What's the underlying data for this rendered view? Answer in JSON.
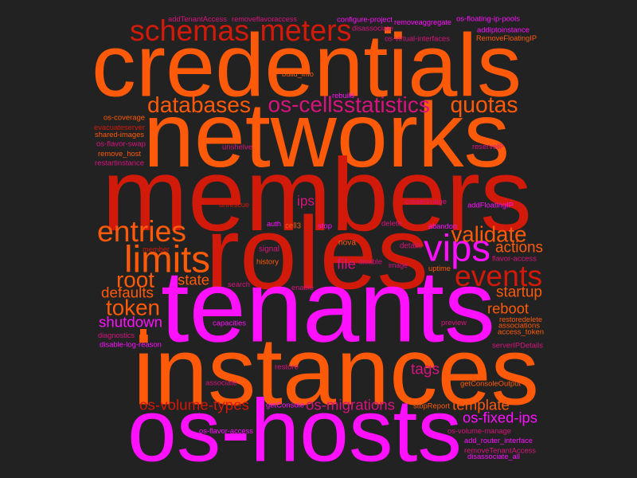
{
  "colors": {
    "background": "#222222",
    "red": "#d11a0a",
    "orange": "#ff5a0a",
    "magenta": "#ff10ff",
    "pink": "#d7147d"
  },
  "words": [
    {
      "text": "credentials",
      "color": "orange"
    },
    {
      "text": "networks",
      "color": "orange"
    },
    {
      "text": "members",
      "color": "red"
    },
    {
      "text": "roles",
      "color": "red"
    },
    {
      "text": "tenants",
      "color": "magenta"
    },
    {
      "text": "instances",
      "color": "orange"
    },
    {
      "text": "os-hosts",
      "color": "magenta"
    },
    {
      "text": "schemas",
      "color": "red"
    },
    {
      "text": "meters",
      "color": "red"
    },
    {
      "text": "databases",
      "color": "orange"
    },
    {
      "text": "os-cells",
      "color": "pink"
    },
    {
      "text": "statistics",
      "color": "pink"
    },
    {
      "text": "quotas",
      "color": "orange"
    },
    {
      "text": "entries",
      "color": "orange"
    },
    {
      "text": "limits",
      "color": "orange"
    },
    {
      "text": "vips",
      "color": "magenta"
    },
    {
      "text": "validate",
      "color": "orange"
    },
    {
      "text": "events",
      "color": "red"
    },
    {
      "text": "actions",
      "color": "orange"
    },
    {
      "text": "root",
      "color": "orange"
    },
    {
      "text": "state",
      "color": "orange"
    },
    {
      "text": "defaults",
      "color": "orange"
    },
    {
      "text": "token",
      "color": "orange"
    },
    {
      "text": "startup",
      "color": "orange"
    },
    {
      "text": "reboot",
      "color": "orange"
    },
    {
      "text": "shutdown",
      "color": "magenta"
    },
    {
      "text": "tags",
      "color": "pink"
    },
    {
      "text": "os-volume-types",
      "color": "red"
    },
    {
      "text": "os-migrations",
      "color": "pink"
    },
    {
      "text": "template",
      "color": "orange"
    },
    {
      "text": "os-fixed-ips",
      "color": "magenta"
    },
    {
      "text": "file",
      "color": "pink"
    },
    {
      "text": "ips",
      "color": "pink"
    },
    {
      "text": "addTenantAccess",
      "color": "pink"
    },
    {
      "text": "removeflavoraccess",
      "color": "pink"
    },
    {
      "text": "configure-project",
      "color": "magenta"
    },
    {
      "text": "removeaggregate",
      "color": "magenta"
    },
    {
      "text": "os-floating-ip-pools",
      "color": "magenta"
    },
    {
      "text": "disassociate",
      "color": "pink"
    },
    {
      "text": "addiptoinstance",
      "color": "magenta"
    },
    {
      "text": "os-virtual-interfaces",
      "color": "pink"
    },
    {
      "text": "RemoveFloatingIP",
      "color": "orange"
    },
    {
      "text": "build_info",
      "color": "orange"
    },
    {
      "text": "rebuild",
      "color": "magenta"
    },
    {
      "text": "os-coverage",
      "color": "orange"
    },
    {
      "text": "evacuateserver",
      "color": "red"
    },
    {
      "text": "shared-images",
      "color": "orange"
    },
    {
      "text": "os-flavor-swap",
      "color": "pink"
    },
    {
      "text": "remove_host",
      "color": "orange"
    },
    {
      "text": "restartinstance",
      "color": "pink"
    },
    {
      "text": "unshelve",
      "color": "pink"
    },
    {
      "text": "reserveIP",
      "color": "pink"
    },
    {
      "text": "createImage",
      "color": "pink"
    },
    {
      "text": "addFloatingIP",
      "color": "magenta"
    },
    {
      "text": "unrescue",
      "color": "red"
    },
    {
      "text": "auth",
      "color": "magenta"
    },
    {
      "text": "cell3",
      "color": "orange"
    },
    {
      "text": "stop",
      "color": "magenta"
    },
    {
      "text": "delete",
      "color": "pink"
    },
    {
      "text": "abandon",
      "color": "magenta"
    },
    {
      "text": "nova",
      "color": "orange"
    },
    {
      "text": "details",
      "color": "pink"
    },
    {
      "text": "member",
      "color": "red"
    },
    {
      "text": "signal",
      "color": "pink"
    },
    {
      "text": "history",
      "color": "orange"
    },
    {
      "text": "disable",
      "color": "pink"
    },
    {
      "text": "image",
      "color": "pink"
    },
    {
      "text": "uptime",
      "color": "orange"
    },
    {
      "text": "flavor-access",
      "color": "pink"
    },
    {
      "text": "search",
      "color": "pink"
    },
    {
      "text": "enable",
      "color": "pink"
    },
    {
      "text": "restoredelete",
      "color": "orange"
    },
    {
      "text": "associations",
      "color": "orange"
    },
    {
      "text": "access_token",
      "color": "orange"
    },
    {
      "text": "preview",
      "color": "pink"
    },
    {
      "text": "capacities",
      "color": "magenta"
    },
    {
      "text": "diagnostics",
      "color": "pink"
    },
    {
      "text": "disable-log-reason",
      "color": "magenta"
    },
    {
      "text": "serverIPDetails",
      "color": "pink"
    },
    {
      "text": "restore",
      "color": "pink"
    },
    {
      "text": "associate",
      "color": "pink"
    },
    {
      "text": "getConsoleOutput",
      "color": "orange"
    },
    {
      "text": "getConsole",
      "color": "magenta"
    },
    {
      "text": "stopReport",
      "color": "orange"
    },
    {
      "text": "os-flavor-access",
      "color": "magenta"
    },
    {
      "text": "os-volume-manage",
      "color": "pink"
    },
    {
      "text": "add_router_interface",
      "color": "magenta"
    },
    {
      "text": "removeTenantAccess",
      "color": "pink"
    },
    {
      "text": "disassociate_all",
      "color": "magenta"
    }
  ]
}
